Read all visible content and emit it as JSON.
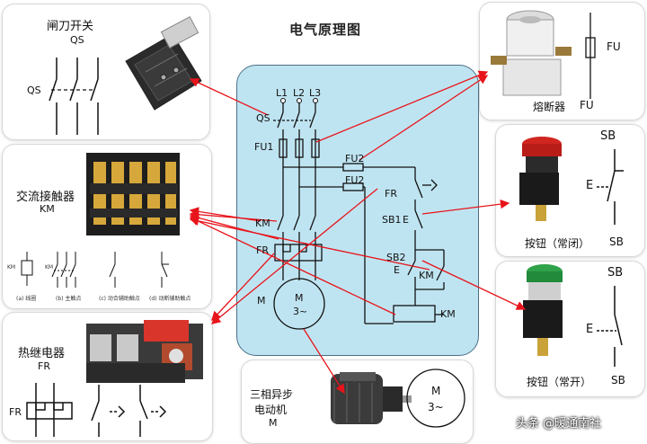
{
  "title": "电气原理图",
  "knife_switch": {
    "title": "闸刀开关",
    "code": "QS",
    "symbol_label": "QS"
  },
  "contactor": {
    "title": "交流接触器",
    "code": "KM",
    "symbol_coil": "KM",
    "symbol_main": "KM",
    "captions": [
      "(a) 线圈",
      "(b) 主触点",
      "(c) 动合辅助触点",
      "(d) 动断辅助触点"
    ]
  },
  "thermal_relay": {
    "title": "热继电器",
    "code": "FR",
    "symbol_label": "FR"
  },
  "fuse": {
    "title": "熔断器",
    "code": "FU",
    "symbol_label": "FU"
  },
  "button_nc": {
    "title": "按钮（常闭）",
    "code": "SB",
    "symbol_label": "SB",
    "e": "E"
  },
  "button_no": {
    "title": "按钮（常开）",
    "code": "SB",
    "symbol_label": "SB",
    "e": "E"
  },
  "motor": {
    "title_line1": "三相异步",
    "title_line2": "电动机",
    "code": "M",
    "symbol_m": "M",
    "symbol_phase": "3~"
  },
  "schematic": {
    "L1": "L1",
    "L2": "L2",
    "L3": "L3",
    "QS": "QS",
    "FU1": "FU1",
    "FU2a": "FU2",
    "FU2b": "FU2",
    "FR_ctrl": "FR",
    "SB1": "SB1",
    "SB2": "SB2",
    "KM_aux": "KM",
    "KM_main": "KM",
    "FR_main": "FR",
    "M_label": "M",
    "motor_M": "M",
    "motor_3": "3~",
    "KM_coil": "KM",
    "E1": "E",
    "E2": "E"
  },
  "watermark": "头条 @暖通南社",
  "colors": {
    "background": "#bfe4f1",
    "arrow": "#e8141b",
    "line": "#111111"
  }
}
